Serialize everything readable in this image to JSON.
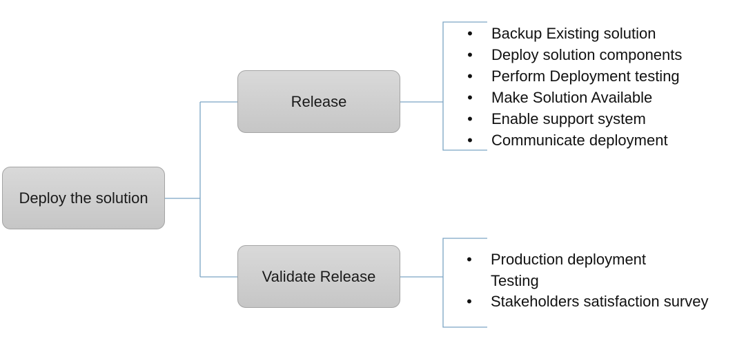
{
  "diagram": {
    "root": {
      "label": "Deploy the solution"
    },
    "release": {
      "label": "Release",
      "items": [
        "Backup Existing solution",
        "Deploy solution components",
        "Perform Deployment testing",
        "Make Solution Available",
        "Enable support system",
        "Communicate deployment"
      ]
    },
    "validate": {
      "label": "Validate Release",
      "items": [
        "Production deployment Testing",
        "Stakeholders satisfaction survey"
      ]
    },
    "bullet": "•",
    "colors": {
      "connector": "#7aa3c4",
      "node_fill_top": "#d9d9d9",
      "node_fill_bottom": "#c6c6c6",
      "node_border": "#a3a3a3",
      "text": "#111111"
    }
  }
}
